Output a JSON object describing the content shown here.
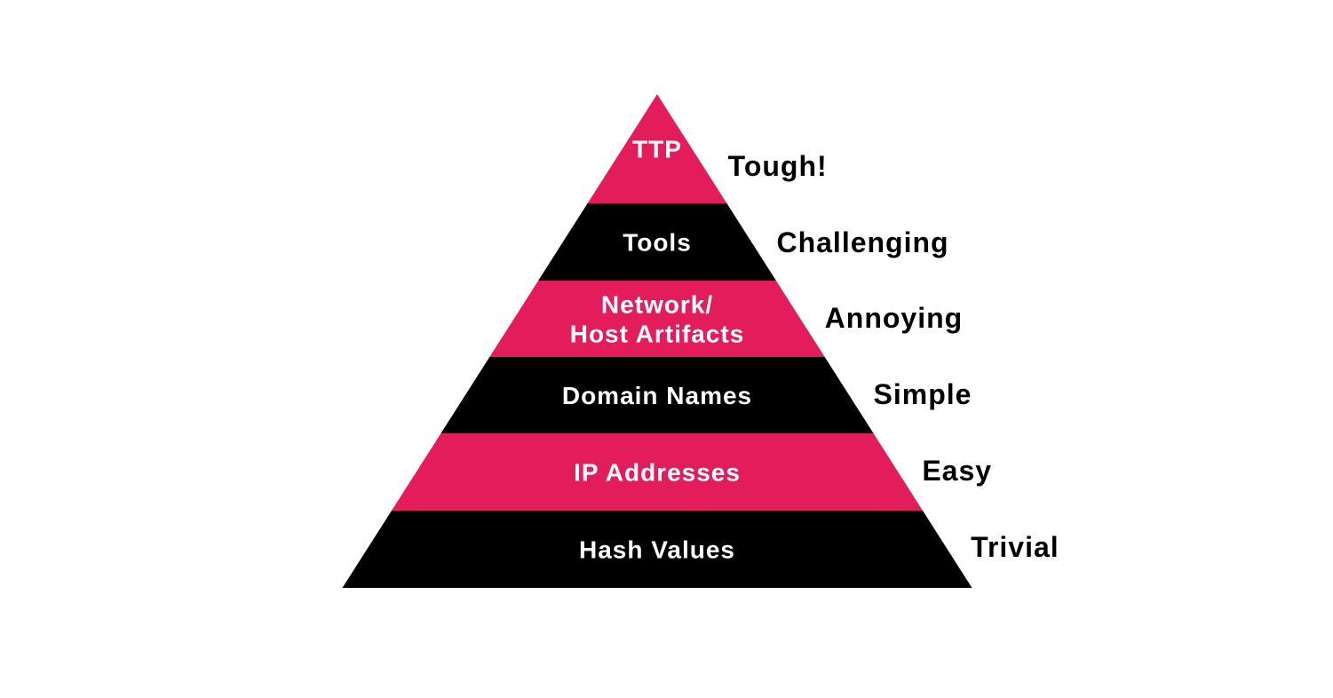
{
  "colors": {
    "background": "#ffffff",
    "pink": "#e31d5c",
    "black": "#000000",
    "tier_text": "#ffffff",
    "difficulty_text": "#000000"
  },
  "tiers": [
    {
      "lines": [
        "TTP"
      ],
      "difficulty": "Tough!",
      "color": "pink"
    },
    {
      "lines": [
        "Tools"
      ],
      "difficulty": "Challenging",
      "color": "black"
    },
    {
      "lines": [
        "Network/",
        "Host Artifacts"
      ],
      "difficulty": "Annoying",
      "color": "pink"
    },
    {
      "lines": [
        "Domain Names"
      ],
      "difficulty": "Simple",
      "color": "black"
    },
    {
      "lines": [
        "IP Addresses"
      ],
      "difficulty": "Easy",
      "color": "pink"
    },
    {
      "lines": [
        "Hash Values"
      ],
      "difficulty": "Trivial",
      "color": "black"
    }
  ]
}
